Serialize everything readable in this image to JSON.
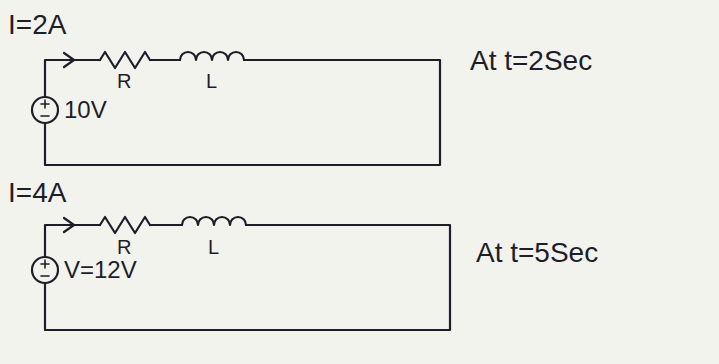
{
  "diagram": {
    "labels": [
      "I=2A",
      "R",
      "L",
      "10V",
      "At t=2Sec",
      "I=4A",
      "R",
      "L",
      "V=12V",
      "At t=5Sec"
    ]
  }
}
